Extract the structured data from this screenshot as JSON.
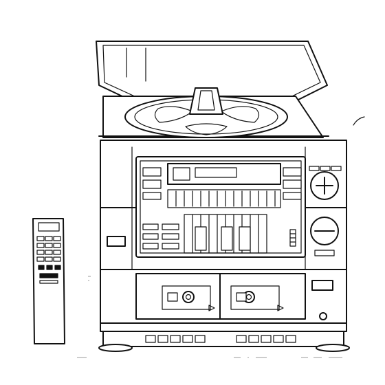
{
  "illustration": {
    "subject": "stereo-system-line-drawing",
    "components": [
      "turntable-lid",
      "turntable-platter",
      "tuner-display",
      "equalizer",
      "cassette-deck-left",
      "cassette-deck-right",
      "speaker-controls",
      "remote-control",
      "base-buttons"
    ]
  }
}
